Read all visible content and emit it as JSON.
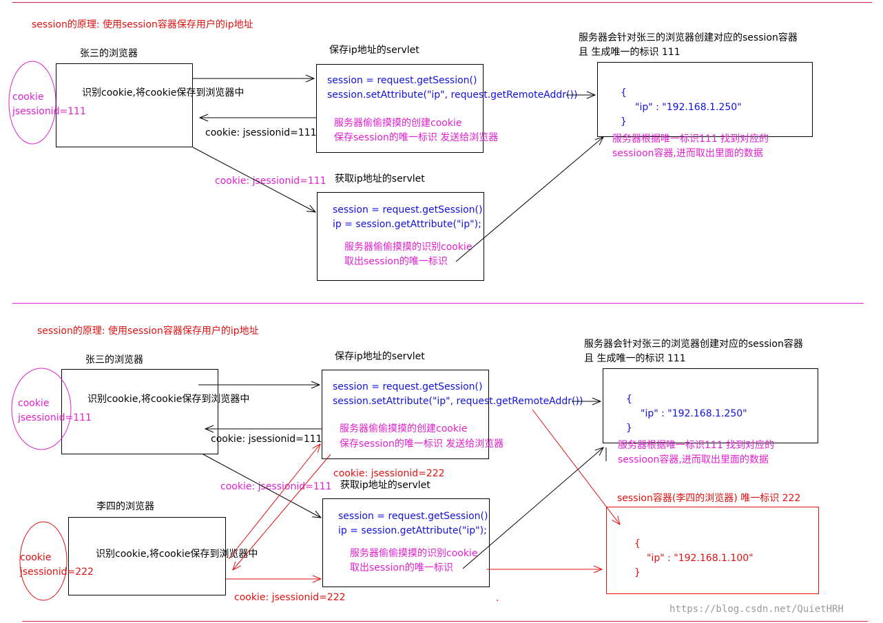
{
  "colors": {
    "black": "#000000",
    "red": "#e01010",
    "magenta": "#e020d0",
    "blue": "#1010e0",
    "divider": "#e0209f"
  },
  "top": {
    "title": "session的原理: 使用session容器保存用户的ip地址",
    "browser_label": "张三的浏览器",
    "cookie_line1": "cookie",
    "cookie_line2": "jsessionid=111",
    "browser_text": "识别cookie,将cookie保存到浏览器中",
    "save_servlet_label": "保存ip地址的servlet",
    "save_code1": "session = request.getSession()",
    "save_code2": "session.setAttribute(\"ip\", request.getRemoteAddr())",
    "save_note1": "服务器偷偷摸摸的创建cookie",
    "save_note2": "保存session的唯一标识 发送给浏览器",
    "return_cookie": "cookie: jsessionid=111",
    "request_cookie": "cookie: jsessionid=111",
    "get_servlet_label": "获取ip地址的servlet",
    "get_code1": "session = request.getSession()",
    "get_code2": "ip = session.getAttribute(\"ip\");",
    "get_note1": "服务器偷偷摸摸的识别cookie",
    "get_note2": "取出session的唯一标识",
    "container_label1": "服务器会针对张三的浏览器创建对应的session容器",
    "container_label2": "且 生成唯一的标识 111",
    "container_open": "{",
    "container_entry": "\"ip\" : \"192.168.1.250\"",
    "container_close": "}",
    "container_note1": "服务器根据唯一标识111 找到对应的",
    "container_note2": "sessioon容器,进而取出里面的数据"
  },
  "bottom": {
    "title": "session的原理: 使用session容器保存用户的ip地址",
    "browser_label": "张三的浏览器",
    "cookie_line1": "cookie",
    "cookie_line2": "jsessionid=111",
    "browser_text": "识别cookie,将cookie保存到浏览器中",
    "save_servlet_label": "保存ip地址的servlet",
    "save_code1": "session = request.getSession()",
    "save_code2": "session.setAttribute(\"ip\", request.getRemoteAddr())",
    "save_note1": "服务器偷偷摸摸的创建cookie",
    "save_note2": "保存session的唯一标识 发送给浏览器",
    "return_cookie": "cookie: jsessionid=111",
    "request_cookie": "cookie: jsessionid=111",
    "cookie_222_upper": "cookie: jsessionid=222",
    "get_servlet_label": "获取ip地址的servlet",
    "get_code1": "session = request.getSession()",
    "get_code2": "ip = session.getAttribute(\"ip\");",
    "get_note1": "服务器偷偷摸摸的识别cookie",
    "get_note2": "取出session的唯一标识",
    "container_label1": "服务器会针对张三的浏览器创建对应的session容器",
    "container_label2": "且 生成唯一的标识 111",
    "container_open": "{",
    "container_entry": "\"ip\" : \"192.168.1.250\"",
    "container_close": "}",
    "container_note1": "服务器根据唯一标识111 找到对应的",
    "container_note2": "sessioon容器,进而取出里面的数据",
    "lisi_label": "李四的浏览器",
    "lisi_cookie1": "cookie",
    "lisi_cookie2": "jsessionid=222",
    "lisi_text": "识别cookie,将cookie保存到浏览器中",
    "lisi_request_cookie": "cookie: jsessionid=222",
    "lisi_container_label": "session容器(李四的浏览器)  唯一标识 222",
    "lisi_open": "{",
    "lisi_entry": "\"ip\" : \"192.168.1.100\"",
    "lisi_close": "}"
  },
  "watermark": "https://blog.csdn.net/QuietHRH",
  "dot": "."
}
